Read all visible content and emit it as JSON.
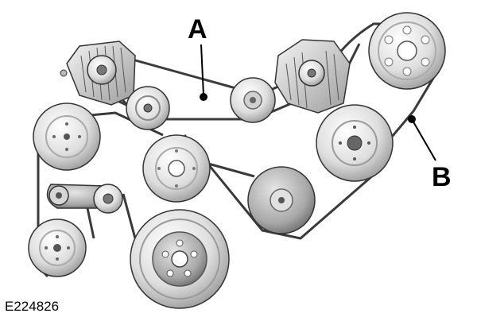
{
  "callouts": {
    "a": "A",
    "b": "B"
  },
  "figure_id": "E224826",
  "colors": {
    "belt": "#4a4a4a",
    "pulley_light": "#f2f2f2",
    "pulley_mid": "#c9c9c9",
    "pulley_dark": "#8c8c8c",
    "outline": "#222222"
  }
}
